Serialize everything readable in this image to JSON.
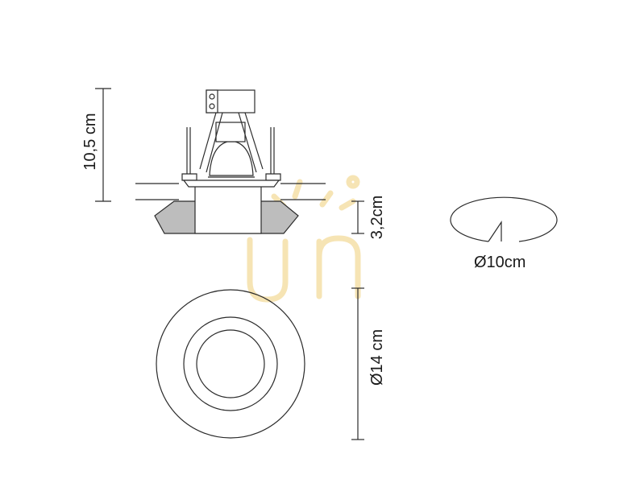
{
  "dimensions": {
    "height": "10,5 cm",
    "recess_depth": "3,2cm",
    "outer_diameter": "Ø14 cm",
    "cutout_diameter": "Ø10cm"
  },
  "colors": {
    "line": "#2b2b2b",
    "fill_gray": "#bdbdbd",
    "watermark": "#f6e4b4",
    "background": "#ffffff"
  },
  "watermark_icon": "lamp-logo-watermark"
}
